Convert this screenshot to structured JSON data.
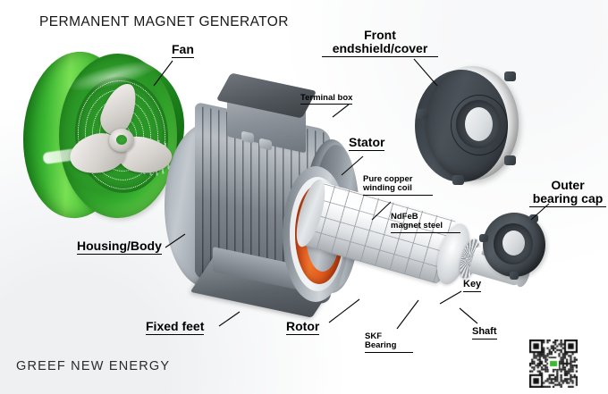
{
  "diagram": {
    "title": "PERMANENT MAGNET GENERATOR",
    "brand": "GREEF NEW ENERGY",
    "subject": "exploded view of a permanent magnet generator / motor",
    "colors": {
      "background": "#ffffff",
      "fan_cowl_green": "#3cb833",
      "housing_grey": "#8d949b",
      "endshield_dark": "#454c53",
      "copper_winding_orange": "#d8511a",
      "rotor_white": "#f2f4f5",
      "label_text": "#000000",
      "title_text": "#181818",
      "brand_text": "#2b2b2b"
    },
    "labels": [
      {
        "id": "fan",
        "text": "Fan",
        "lines": [
          "Fan"
        ]
      },
      {
        "id": "front-endshield",
        "text": "Front endshield/cover",
        "lines": [
          "Front",
          "endshield/cover"
        ]
      },
      {
        "id": "terminal-box",
        "text": "Terminal box",
        "lines": [
          "Terminal box"
        ]
      },
      {
        "id": "stator",
        "text": "Stator",
        "lines": [
          "Stator"
        ]
      },
      {
        "id": "winding-coil",
        "text": "Pure copper winding coil",
        "lines": [
          "Pure copper",
          "winding coil"
        ]
      },
      {
        "id": "magnet-steel",
        "text": "NdFeB magnet steel",
        "lines": [
          "NdFeB",
          "magnet steel"
        ]
      },
      {
        "id": "outer-bearing-cap",
        "text": "Outer bearing cap",
        "lines": [
          "Outer",
          "bearing cap"
        ]
      },
      {
        "id": "housing-body",
        "text": "Housing/Body",
        "lines": [
          "Housing/Body"
        ]
      },
      {
        "id": "fixed-feet",
        "text": "Fixed feet",
        "lines": [
          "Fixed feet"
        ]
      },
      {
        "id": "rotor",
        "text": "Rotor",
        "lines": [
          "Rotor"
        ]
      },
      {
        "id": "skf-bearing",
        "text": "SKF Bearing",
        "lines": [
          "SKF",
          "Bearing"
        ]
      },
      {
        "id": "key",
        "text": "Key",
        "lines": [
          "Key"
        ]
      },
      {
        "id": "shaft",
        "text": "Shaft",
        "lines": [
          "Shaft"
        ]
      }
    ],
    "label_text": {
      "fan": "Fan",
      "front_l1": "Front",
      "front_l2": "endshield/cover",
      "terminal_box": "Terminal box",
      "stator": "Stator",
      "winding_l1": "Pure copper",
      "winding_l2": "winding coil",
      "magnet_l1": "NdFeB",
      "magnet_l2": "magnet steel",
      "bearingcap_l1": "Outer",
      "bearingcap_l2": "bearing cap",
      "housing": "Housing/Body",
      "fixed_feet": "Fixed feet",
      "rotor": "Rotor",
      "skf_l1": "SKF",
      "skf_l2": "Bearing",
      "key": "Key",
      "shaft": "Shaft"
    },
    "qr_code": {
      "present": true,
      "center_logo_color": "#3cb833"
    }
  }
}
